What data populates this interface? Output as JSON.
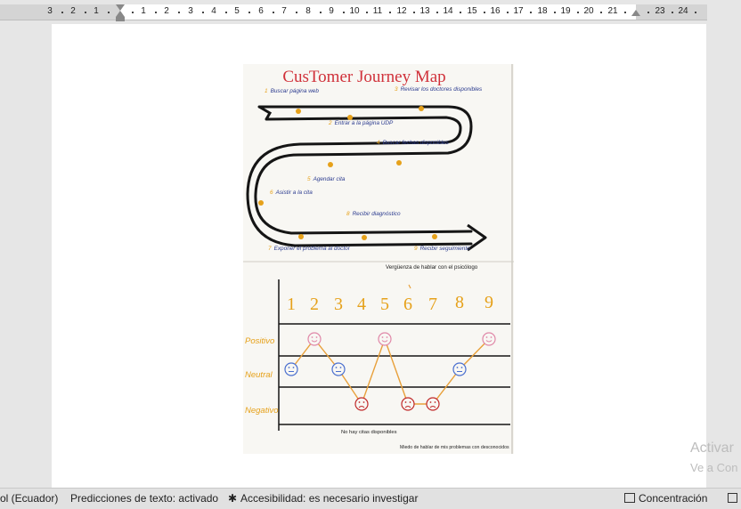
{
  "ruler": {
    "labels": [
      "3",
      "2",
      "1",
      "1",
      "2",
      "3",
      "4",
      "5",
      "6",
      "7",
      "8",
      "9",
      "10",
      "11",
      "12",
      "13",
      "14",
      "15",
      "16",
      "17",
      "18",
      "19",
      "20",
      "21",
      "23",
      "24"
    ]
  },
  "photo": {
    "title": "CusTomer Journey Map",
    "steps": [
      {
        "num": "1",
        "text": "Buscar página web"
      },
      {
        "num": "2",
        "text": "Entrar a la página UDP"
      },
      {
        "num": "3",
        "text": "Revisar los doctores disponibles"
      },
      {
        "num": "4",
        "text": "Buscar fechas disponibles"
      },
      {
        "num": "5",
        "text": "Agendar cita"
      },
      {
        "num": "6",
        "text": "Asistir a la cita"
      },
      {
        "num": "7",
        "text": "Exponer el problema al doctor"
      },
      {
        "num": "8",
        "text": "Recibir diagnóstico"
      },
      {
        "num": "9",
        "text": "Recibir seguimiento"
      }
    ],
    "scale": [
      "1",
      "2",
      "3",
      "4",
      "5",
      "6",
      "7",
      "8",
      "9"
    ],
    "rows": [
      "Positivo",
      "Neutral",
      "Negativo"
    ],
    "note_top": "Vergüenza de hablar con el psicólogo",
    "note_bottom_left": "No hay citas disponibles",
    "note_bottom_right": "Miedo de hablar de mis problemas con desconocidos",
    "emotion_levels": [
      0,
      1,
      0,
      -1,
      1,
      -1,
      -1,
      0,
      1
    ],
    "colors": {
      "title": "#d0313a",
      "steps": "#2b3b8f",
      "numbers": "#e6a11a",
      "line": "#e8a03a",
      "happy": "#e088a8",
      "neutral": "#4a6fcf",
      "sad": "#c02a2a"
    }
  },
  "watermark": {
    "line1": "Activar",
    "line2": "Ve a Con"
  },
  "status": {
    "language": "ol (Ecuador)",
    "predictions": "Predicciones de texto: activado",
    "accessibility": "Accesibilidad: es necesario investigar",
    "focus": "Concentración"
  }
}
